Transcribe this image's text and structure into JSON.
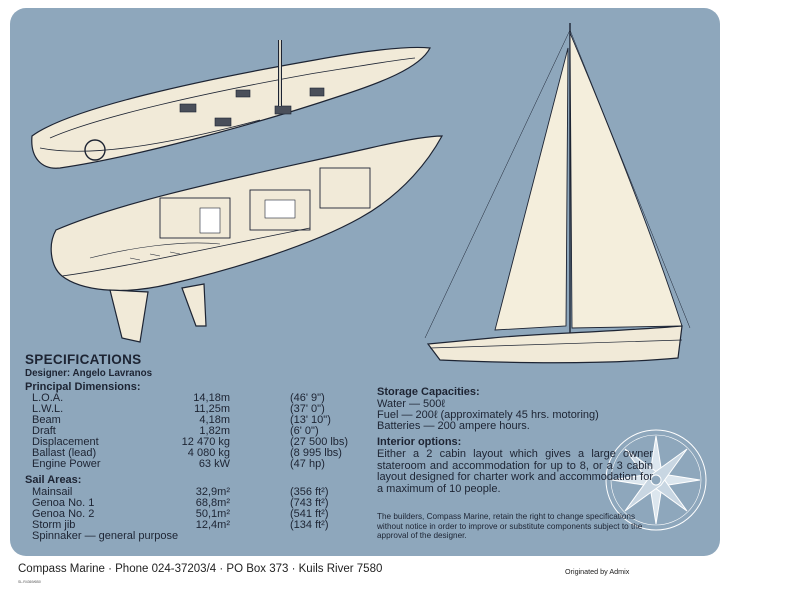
{
  "colors": {
    "panel": "#8ea7bc",
    "ink": "#1d2433",
    "hull": "#f1ead8",
    "sail": "#f4eedc"
  },
  "icons": [
    "yacht-deck-illustration",
    "yacht-cutaway-illustration",
    "sail-plan-illustration",
    "compass-rose-icon"
  ],
  "specs": {
    "heading": "SPECIFICATIONS",
    "designer": "Designer: Angelo Lavranos",
    "principal_heading": "Principal Dimensions:",
    "principal": [
      {
        "label": "L.O.A.",
        "metric": "14,18m",
        "imperial": "(46' 9\")"
      },
      {
        "label": "L.W.L.",
        "metric": "11,25m",
        "imperial": "(37' 0\")"
      },
      {
        "label": "Beam",
        "metric": "4,18m",
        "imperial": "(13' 10\")"
      },
      {
        "label": "Draft",
        "metric": "1,82m",
        "imperial": "(6' 0\")"
      },
      {
        "label": "Displacement",
        "metric": "12 470 kg",
        "imperial": "(27 500 lbs)"
      },
      {
        "label": "Ballast (lead)",
        "metric": "4 080 kg",
        "imperial": "(8 995 lbs)"
      },
      {
        "label": "Engine Power",
        "metric": "63 kW",
        "imperial": "(47 hp)"
      }
    ],
    "sail_heading": "Sail Areas:",
    "sails": [
      {
        "label": "Mainsail",
        "metric": "32,9m²",
        "imperial": "(356 ft²)"
      },
      {
        "label": "Genoa No. 1",
        "metric": "68,8m²",
        "imperial": "(743 ft²)"
      },
      {
        "label": "Genoa No. 2",
        "metric": "50,1m²",
        "imperial": "(541 ft²)"
      },
      {
        "label": "Storm jib",
        "metric": "12,4m²",
        "imperial": "(134 ft²)"
      }
    ],
    "spinnaker": "Spinnaker — general purpose"
  },
  "storage": {
    "heading": "Storage Capacities:",
    "lines": [
      "Water — 500ℓ",
      "Fuel — 200ℓ (approximately 45 hrs. motoring)",
      "Batteries — 200 ampere hours."
    ]
  },
  "interior": {
    "heading": "Interior options:",
    "text": "Either a 2 cabin layout which gives a large owner stateroom and accommodation for up to 8, or a 3 cabin layout designed for charter work and accommodation for a maximum of 10 people."
  },
  "disclaimer": "The builders, Compass Marine, retain the right to change specifications without notice in order to improve or substitute components subject to the approval of the designer.",
  "footer": {
    "contact": "Compass Marine · Phone 024-37203/4 · PO Box 373 · Kuils River 7580",
    "credit": "Originated by Admix",
    "code": "SL.R4369/6B0"
  }
}
